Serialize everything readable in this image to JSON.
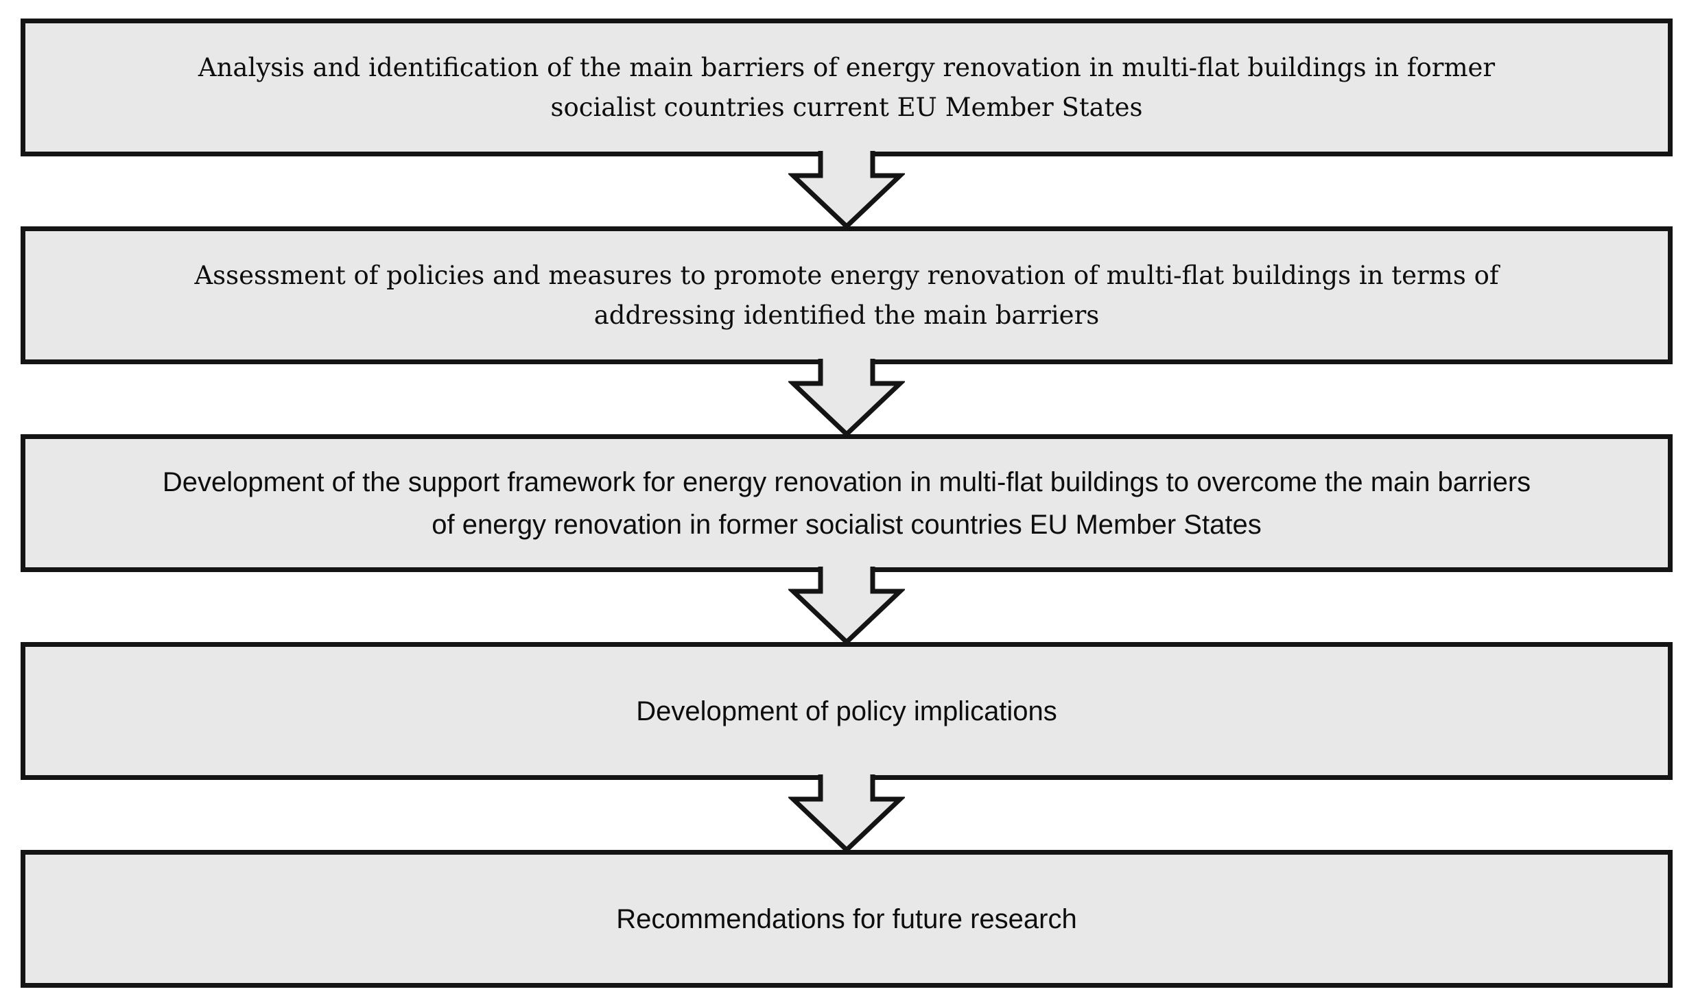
{
  "diagram": {
    "type": "flowchart",
    "direction": "top-to-bottom",
    "colors": {
      "background": "#ffffff",
      "box_fill": "#e8e8e8",
      "box_border": "#141414",
      "arrow_fill": "#e8e8e8",
      "arrow_outline": "#141414",
      "text": "#0d0d0d"
    },
    "connector_icon": "down-block-arrow-icon",
    "steps": [
      {
        "id": 1,
        "text": "Analysis and identification of the main barriers of energy renovation in multi-flat buildings in former\nsocialist countries current EU Member States"
      },
      {
        "id": 2,
        "text": "Assessment of policies and measures to promote energy renovation of multi-flat buildings in terms of\naddressing identified the main barriers"
      },
      {
        "id": 3,
        "text": "Development of the support framework for energy renovation in multi-flat buildings to overcome the main barriers\nof energy renovation in former socialist countries EU Member States"
      },
      {
        "id": 4,
        "text": "Development of policy implications"
      },
      {
        "id": 5,
        "text": "Recommendations for future research"
      }
    ]
  }
}
